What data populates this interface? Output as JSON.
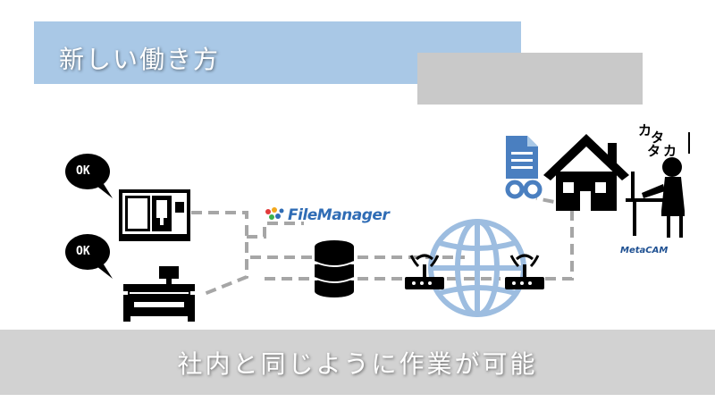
{
  "title": "新しい働き方",
  "footer": "社内と同じように作業が可能",
  "bubbles": [
    "OK",
    "OK"
  ],
  "file_manager": "FileManager",
  "katakata": [
    "カ",
    "タ",
    "タ",
    "カ"
  ],
  "metacam": "MetaCAM",
  "colors": {
    "title_band": "#a9c8e6",
    "shadow_band": "#c9c9c9",
    "footer_band": "#d2d2d2",
    "globe": "#9dbde0",
    "doc_icon": "#4a7fc0",
    "link_line": "#a6a6a6"
  },
  "icons": [
    "speech-bubble-icon",
    "cnc-machine-icon",
    "router-icon",
    "database-icon",
    "globe-icon",
    "wifi-router-icon",
    "document-icon",
    "link-icon",
    "house-icon",
    "person-at-desk-icon",
    "metacam-logo"
  ]
}
